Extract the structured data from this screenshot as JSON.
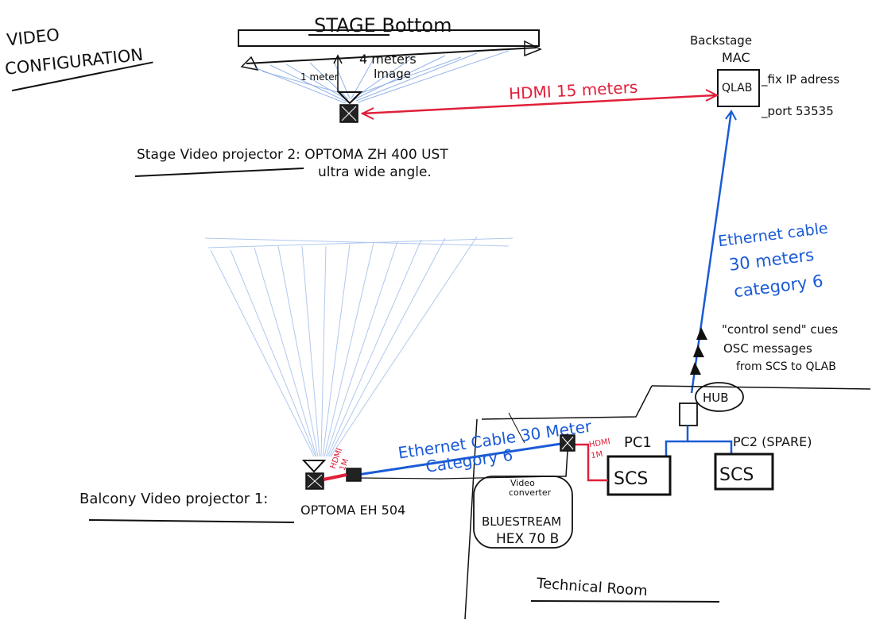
{
  "title": {
    "line1": "VIDEO",
    "line2": "CONFIGURATION"
  },
  "stage": {
    "label": "STAGE Bottom",
    "image_width": "4 meters",
    "image_word": "Image",
    "height": "1 meter"
  },
  "backstage": {
    "line1": "Backstage",
    "line2": "MAC",
    "app": "QLAB",
    "note1": "_fix IP adress",
    "note2": "_port 53535"
  },
  "hdmi_main": "HDMI 15 meters",
  "projector2": {
    "line1": "Stage Video projector 2: OPTOMA ZH 400 UST",
    "line2": "ultra wide angle."
  },
  "ethernet_vertical": {
    "line1": "Ethernet cable",
    "line2": "30 meters",
    "line3": "category 6"
  },
  "osc": {
    "line1": "\"control send\" cues",
    "line2": "OSC messages",
    "line3": "from SCS to QLAB"
  },
  "hub": "HUB",
  "pc1": {
    "label": "PC1",
    "app": "SCS"
  },
  "pc2": {
    "label": "PC2 (SPARE)",
    "app": "SCS"
  },
  "ethernet_horizontal": {
    "line1": "Ethernet Cable 30 Meter",
    "line2": "Category 6"
  },
  "hdmi_short": {
    "line1": "HDMI",
    "line2": "1M"
  },
  "hdmi_balcony": {
    "line1": "HDMI",
    "line2": "1M"
  },
  "converter": {
    "line1": "Video",
    "line2": "converter",
    "brand1": "BLUESTREAM",
    "brand2": "HEX 70 B"
  },
  "projector1": {
    "label": "Balcony Video projector 1:",
    "model": "OPTOMA EH 504"
  },
  "technical_room": "Technical Room"
}
